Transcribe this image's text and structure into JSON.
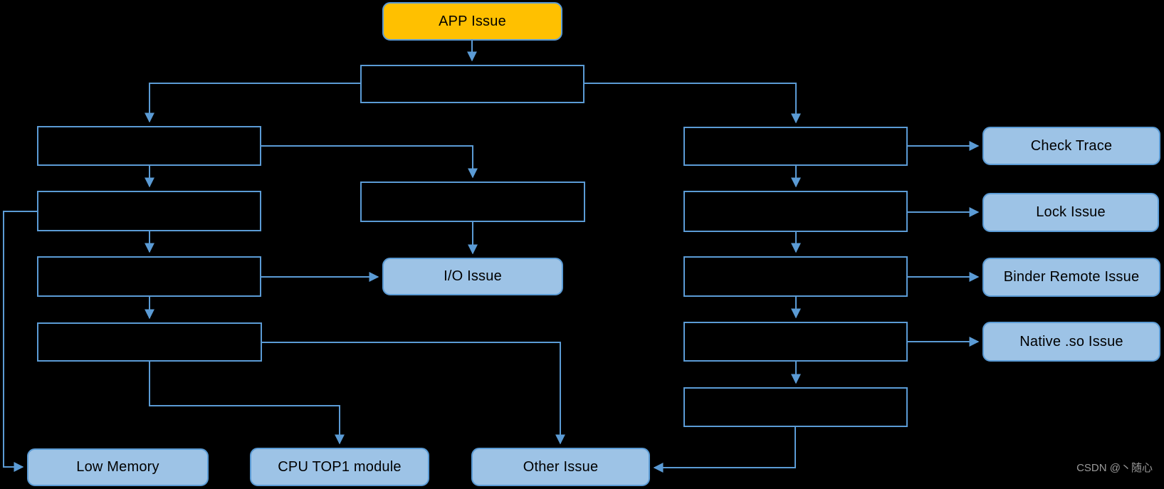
{
  "flowchart": {
    "nodes": {
      "app_issue": "APP Issue",
      "io_issue": "I/O Issue",
      "check_trace": "Check Trace",
      "lock_issue": "Lock Issue",
      "binder_remote_issue": "Binder Remote Issue",
      "native_so_issue": "Native .so Issue",
      "low_memory": "Low Memory",
      "cpu_top1_module": "CPU TOP1 module",
      "other_issue": "Other Issue"
    },
    "colors": {
      "background": "#000000",
      "connector_line": "#5B9BD5",
      "node_border": "#5B9BD5",
      "node_fill_blue": "#9DC3E6",
      "node_fill_orange": "#FFC000",
      "node_text": "#000000",
      "watermark_text": "#9A9A9A"
    }
  },
  "watermark": {
    "text": "CSDN @丶随心"
  }
}
